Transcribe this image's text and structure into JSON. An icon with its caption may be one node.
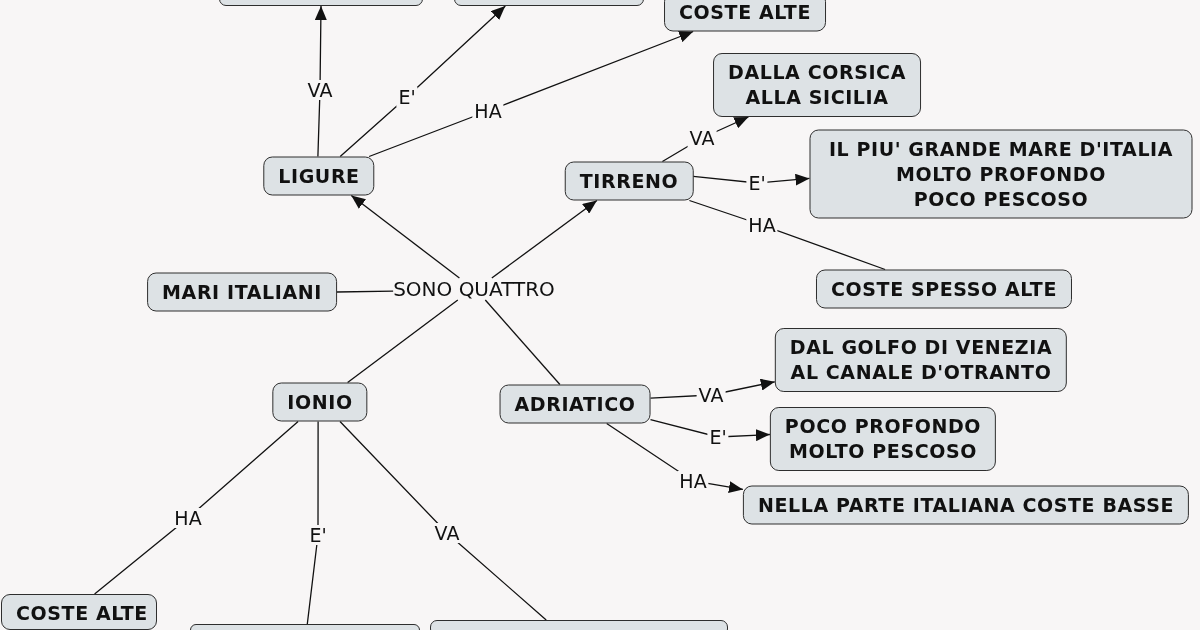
{
  "diagram": {
    "nodes": [
      {
        "text": [],
        "shape": "box"
      },
      {
        "text": [],
        "shape": "box"
      },
      {
        "text": [
          "COSTE ALTE"
        ]
      },
      {
        "text": [
          "DALLA CORSICA ALLA SICILIA"
        ]
      },
      {
        "text": [
          "IL PIU' GRANDE MARE D'ITALIA MOLTO PROFONDO POCO PESCOSO"
        ]
      },
      {
        "text": [
          "LIGURE"
        ]
      },
      {
        "text": [
          "TIRRENO"
        ]
      },
      {
        "text": [
          "MARI ITALIANI"
        ]
      },
      {
        "text": [
          "SONO QUATTRO"
        ]
      },
      {
        "text": [
          "COSTE SPESSO ALTE"
        ]
      },
      {
        "text": [
          "DAL GOLFO DI VENEZIA AL CANALE D'OTRANTO"
        ]
      },
      {
        "text": [
          "IONIO"
        ]
      },
      {
        "text": [
          "ADRIATICO"
        ]
      },
      {
        "text": [
          "POCO PROFONDO MOLTO PESCOSO"
        ]
      },
      {
        "text": [
          "NELLA PARTE ITALIANA COSTE BASSE"
        ]
      },
      {
        "text": [
          "COSTE ALTE"
        ]
      },
      {
        "text": [],
        "shape": "box"
      },
      {
        "text": [],
        "shape": "box"
      }
    ],
    "edges": [
      {
        "from": 5,
        "to": 0,
        "arrow": "to",
        "label": "VA"
      },
      {
        "from": 5,
        "to": 1,
        "arrow": "to",
        "label": "E'"
      },
      {
        "from": 5,
        "to": 2,
        "arrow": "to",
        "label": "HA"
      },
      {
        "from": 6,
        "to": 3,
        "arrow": "to",
        "label": "VA"
      },
      {
        "from": 6,
        "to": 4,
        "arrow": "to",
        "label": "E'"
      },
      {
        "from": 6,
        "to": 9,
        "arrow": "none",
        "label": "HA"
      },
      {
        "from": 7,
        "to": 8,
        "arrow": "none"
      },
      {
        "from": 8,
        "to": 5,
        "arrow": "to"
      },
      {
        "from": 8,
        "to": 6,
        "arrow": "to"
      },
      {
        "from": 8,
        "to": 11,
        "arrow": "none"
      },
      {
        "from": 8,
        "to": 12,
        "arrow": "none"
      },
      {
        "from": 12,
        "to": 10,
        "arrow": "to",
        "label": "VA"
      },
      {
        "from": 12,
        "to": 13,
        "arrow": "to",
        "label": "E'"
      },
      {
        "from": 12,
        "to": 14,
        "arrow": "to",
        "label": "HA"
      },
      {
        "from": 11,
        "to": 15,
        "arrow": "none",
        "label": "HA"
      },
      {
        "from": 11,
        "to": 16,
        "arrow": "none",
        "label": "E'"
      },
      {
        "from": 11,
        "to": 17,
        "arrow": "none",
        "label": "VA"
      }
    ]
  }
}
